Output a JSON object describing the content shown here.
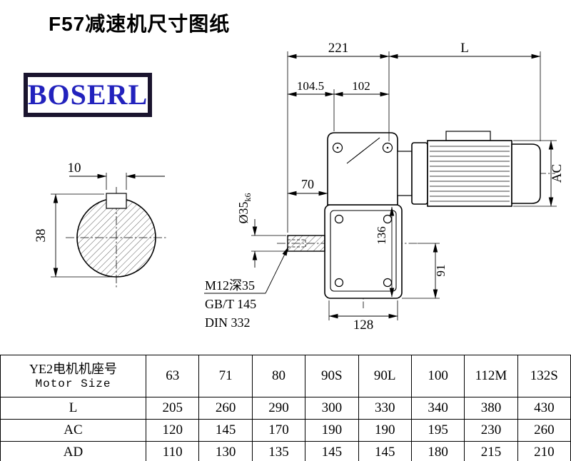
{
  "page": {
    "title": "F57减速机尺寸图纸"
  },
  "logo": {
    "text": "BOSERL"
  },
  "drawing": {
    "dimensions": {
      "gearbox_length": "221",
      "motor_length": "L",
      "dim_104_5": "104.5",
      "dim_102": "102",
      "shaft_length": "70",
      "shaft_diameter": "Ø35",
      "shaft_tolerance": "k6",
      "flange_height": "136",
      "axis_to_bottom": "91",
      "flange_width": "128",
      "motor_diameter": "AC",
      "key_width": "10",
      "bore_keyway_height": "38"
    },
    "notes": {
      "tapped_hole": "M12深35",
      "standard_1": "GB/T 145",
      "standard_2": "DIN 332"
    }
  },
  "table": {
    "header": {
      "title_cn": "YE2电机机座号",
      "title_en": "Motor Size"
    },
    "motor_sizes": [
      "63",
      "71",
      "80",
      "90S",
      "90L",
      "100",
      "112M",
      "132S"
    ],
    "rows": [
      {
        "label": "L",
        "values": [
          "205",
          "260",
          "290",
          "300",
          "330",
          "340",
          "380",
          "430"
        ]
      },
      {
        "label": "AC",
        "values": [
          "120",
          "145",
          "170",
          "190",
          "190",
          "195",
          "230",
          "260"
        ]
      },
      {
        "label": "AD",
        "values": [
          "110",
          "130",
          "135",
          "145",
          "145",
          "180",
          "215",
          "210"
        ]
      }
    ]
  }
}
